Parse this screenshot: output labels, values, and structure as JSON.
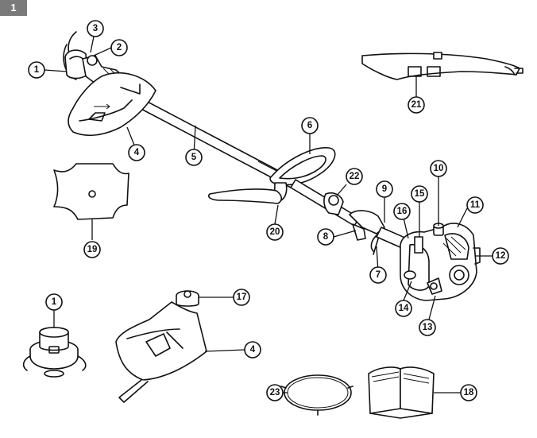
{
  "figure_tab": "1",
  "callouts": [
    {
      "id": "c1a",
      "label": "1"
    },
    {
      "id": "c2",
      "label": "2"
    },
    {
      "id": "c3",
      "label": "3"
    },
    {
      "id": "c4a",
      "label": "4"
    },
    {
      "id": "c5",
      "label": "5"
    },
    {
      "id": "c6",
      "label": "6"
    },
    {
      "id": "c7",
      "label": "7"
    },
    {
      "id": "c8",
      "label": "8"
    },
    {
      "id": "c9",
      "label": "9"
    },
    {
      "id": "c10",
      "label": "10"
    },
    {
      "id": "c11",
      "label": "11"
    },
    {
      "id": "c12",
      "label": "12"
    },
    {
      "id": "c13",
      "label": "13"
    },
    {
      "id": "c14",
      "label": "14"
    },
    {
      "id": "c15",
      "label": "15"
    },
    {
      "id": "c16",
      "label": "16"
    },
    {
      "id": "c17",
      "label": "17"
    },
    {
      "id": "c18",
      "label": "18"
    },
    {
      "id": "c19",
      "label": "19"
    },
    {
      "id": "c20",
      "label": "20"
    },
    {
      "id": "c21",
      "label": "21"
    },
    {
      "id": "c22",
      "label": "22"
    },
    {
      "id": "c23",
      "label": "23"
    },
    {
      "id": "c1b",
      "label": "1"
    },
    {
      "id": "c4b",
      "label": "4"
    }
  ]
}
